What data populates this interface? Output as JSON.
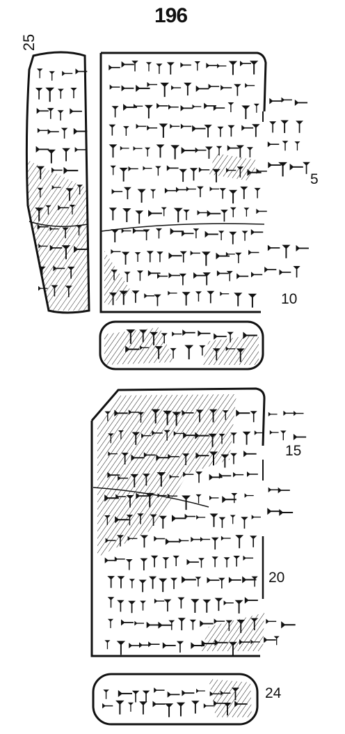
{
  "tablet": {
    "number": "196",
    "line_numbers": {
      "l25": "25",
      "l5": "5",
      "l10": "10",
      "l15": "15",
      "l20": "20",
      "l24": "24"
    }
  },
  "colors": {
    "ink": "#111111",
    "background": "#ffffff"
  }
}
